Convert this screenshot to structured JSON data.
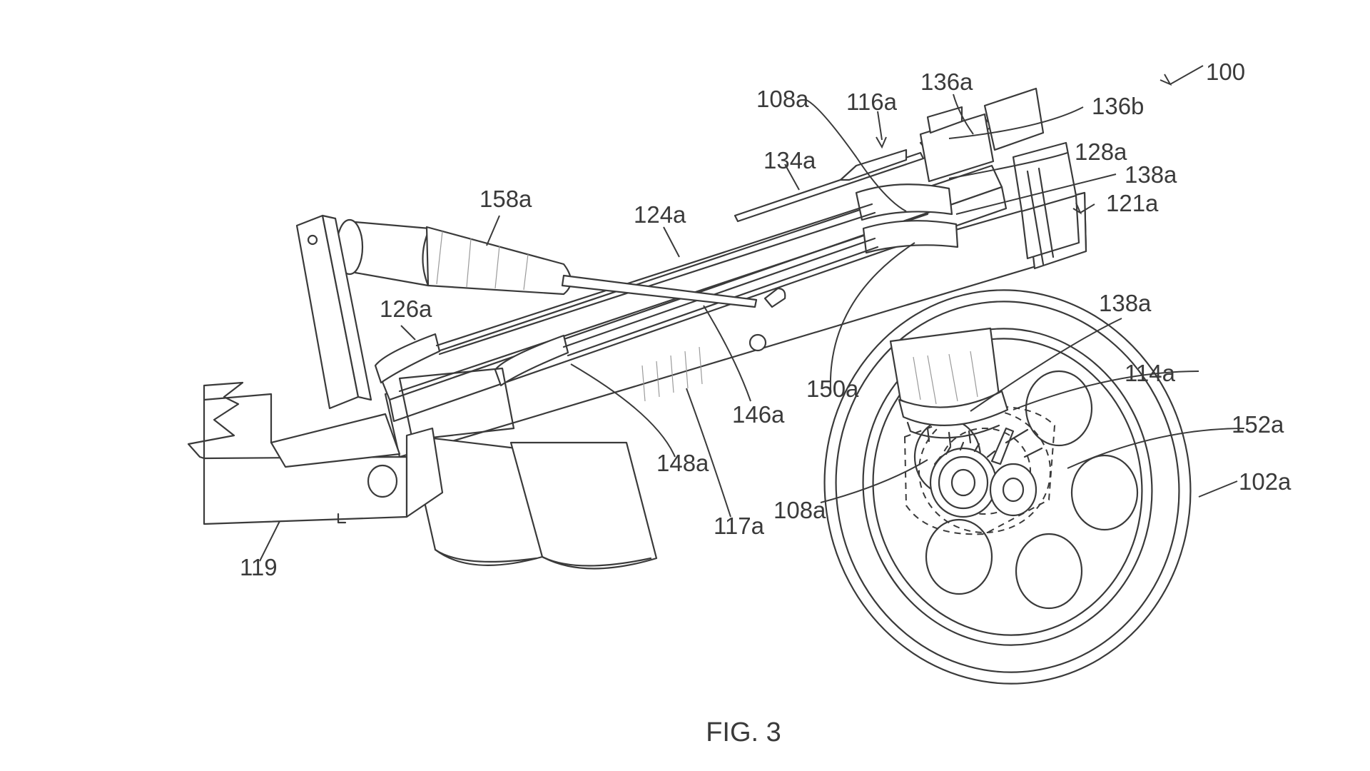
{
  "figure": {
    "caption": "FIG. 3",
    "labels": {
      "ref_100": "100",
      "ref_136a": "136a",
      "ref_108a_top": "108a",
      "ref_116a": "116a",
      "ref_136b": "136b",
      "ref_128a": "128a",
      "ref_138a_top": "138a",
      "ref_134a": "134a",
      "ref_121a": "121a",
      "ref_158a": "158a",
      "ref_124a": "124a",
      "ref_126a": "126a",
      "ref_138a_mid": "138a",
      "ref_114a": "114a",
      "ref_150a": "150a",
      "ref_146a": "146a",
      "ref_152a": "152a",
      "ref_102a": "102a",
      "ref_148a": "148a",
      "ref_108a_low": "108a",
      "ref_117a": "117a",
      "ref_119": "119"
    }
  }
}
